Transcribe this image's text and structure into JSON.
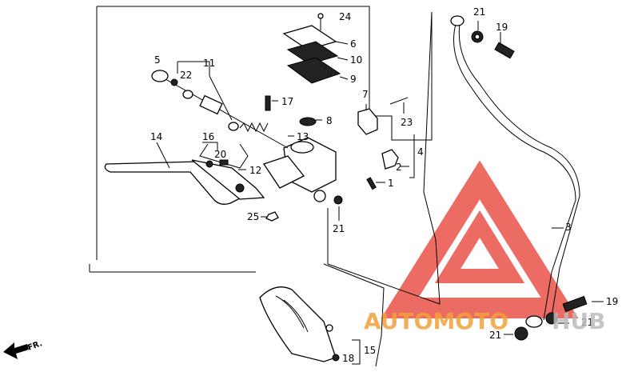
{
  "diagram": {
    "callouts": {
      "p24": "24",
      "p6": "6",
      "p10": "10",
      "p9": "9",
      "p5": "5",
      "p11": "11",
      "p22": "22",
      "p17": "17",
      "p8": "8",
      "p7": "7",
      "p23": "23",
      "p4": "4",
      "p2": "2",
      "p1": "1",
      "p14": "14",
      "p16": "16",
      "p20": "20",
      "p12": "12",
      "p13": "13",
      "p25": "25",
      "p21a": "21",
      "p21b": "21",
      "p19a": "19",
      "p3": "3",
      "p19b": "19",
      "p21c": "21",
      "p21d": "21",
      "p15": "15",
      "p18": "18"
    },
    "direction_label": "FR.",
    "watermark": {
      "text_part1": "AUTOMOTO",
      "text_part2": "HUB",
      "color_primary": "#e63a2e",
      "color_secondary": "#f2a23a"
    }
  }
}
